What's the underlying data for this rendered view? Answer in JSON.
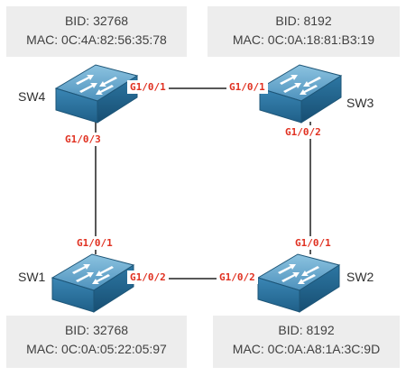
{
  "colors": {
    "link": "#202020",
    "port": "#e03020",
    "switch_top": "#5a9fc6",
    "switch_side": "#2f6f98",
    "box_bg": "#ededed"
  },
  "switches": {
    "sw4": {
      "name": "SW4",
      "bid_line": "BID: 32768",
      "mac_line": "MAC: 0C:4A:82:56:35:78"
    },
    "sw3": {
      "name": "SW3",
      "bid_line": "BID: 8192",
      "mac_line": "MAC: 0C:0A:18:81:B3:19"
    },
    "sw1": {
      "name": "SW1",
      "bid_line": "BID: 32768",
      "mac_line": "MAC: 0C:0A:05:22:05:97"
    },
    "sw2": {
      "name": "SW2",
      "bid_line": "BID: 8192",
      "mac_line": "MAC: 0C:0A:A8:1A:3C:9D"
    }
  },
  "ports": {
    "sw4_to_sw3": "G1/0/1",
    "sw3_to_sw4": "G1/0/1",
    "sw4_to_sw1": "G1/0/3",
    "sw3_to_sw2": "G1/0/2",
    "sw1_to_sw4": "G1/0/1",
    "sw2_to_sw3": "G1/0/1",
    "sw1_to_sw2": "G1/0/2",
    "sw2_to_sw1": "G1/0/2"
  },
  "links": [
    {
      "from": "SW4",
      "to": "SW3"
    },
    {
      "from": "SW4",
      "to": "SW1"
    },
    {
      "from": "SW3",
      "to": "SW2"
    },
    {
      "from": "SW1",
      "to": "SW2"
    }
  ]
}
